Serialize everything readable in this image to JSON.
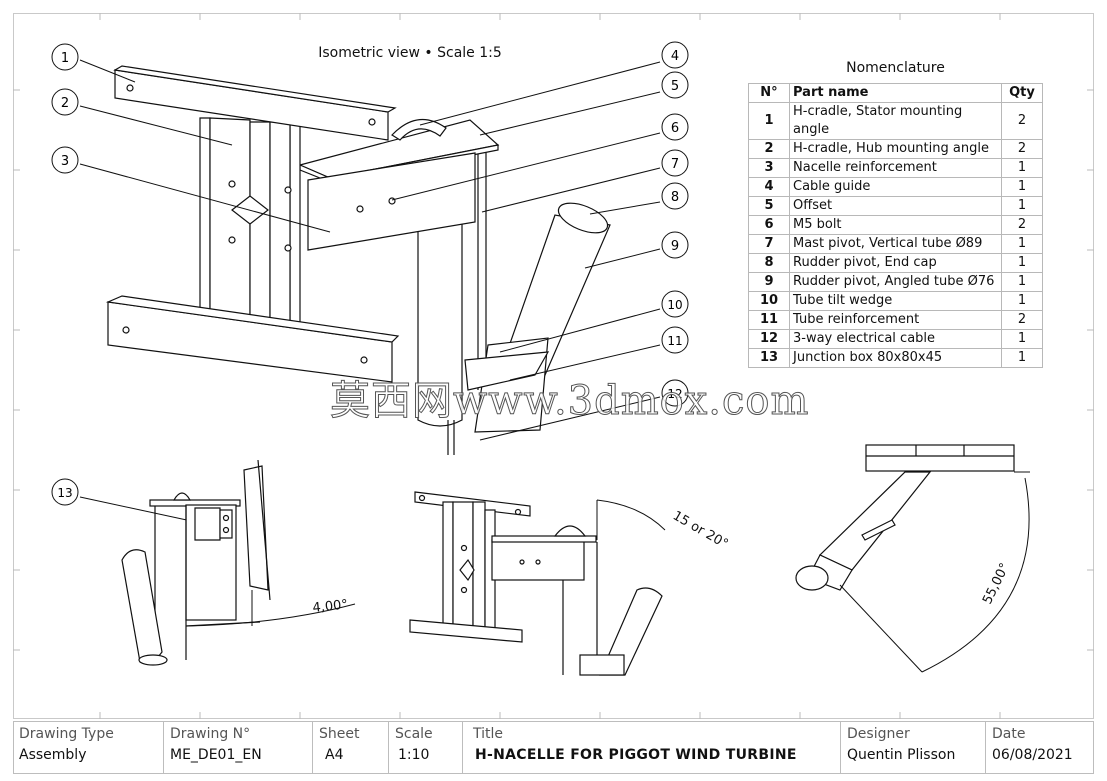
{
  "view_title": "Isometric view • Scale 1:5",
  "nomenclature": {
    "title": "Nomenclature",
    "headers": {
      "num": "N°",
      "name": "Part name",
      "qty": "Qty"
    },
    "rows": [
      {
        "num": "1",
        "name": "H-cradle, Stator mounting angle",
        "qty": "2"
      },
      {
        "num": "2",
        "name": "H-cradle, Hub mounting angle",
        "qty": "2"
      },
      {
        "num": "3",
        "name": "Nacelle reinforcement",
        "qty": "1"
      },
      {
        "num": "4",
        "name": "Cable guide",
        "qty": "1"
      },
      {
        "num": "5",
        "name": "Offset",
        "qty": "1"
      },
      {
        "num": "6",
        "name": "M5 bolt",
        "qty": "2"
      },
      {
        "num": "7",
        "name": "Mast pivot, Vertical tube Ø89",
        "qty": "1"
      },
      {
        "num": "8",
        "name": "Rudder pivot, End cap",
        "qty": "1"
      },
      {
        "num": "9",
        "name": "Rudder pivot, Angled tube Ø76",
        "qty": "1"
      },
      {
        "num": "10",
        "name": "Tube tilt wedge",
        "qty": "1"
      },
      {
        "num": "11",
        "name": "Tube reinforcement",
        "qty": "2"
      },
      {
        "num": "12",
        "name": "3-way electrical cable",
        "qty": "1"
      },
      {
        "num": "13",
        "name": "Junction box 80x80x45",
        "qty": "1"
      }
    ]
  },
  "balloons": [
    "1",
    "2",
    "3",
    "4",
    "5",
    "6",
    "7",
    "8",
    "9",
    "10",
    "11",
    "12",
    "13"
  ],
  "dimensions": {
    "tilt": "4,00°",
    "rudder_angle": "15 or 20°",
    "tube_angle": "55,00°"
  },
  "watermark": "莫西网www.3dmox.com",
  "title_block": {
    "drawing_type": {
      "label": "Drawing Type",
      "value": "Assembly"
    },
    "drawing_no": {
      "label": "Drawing N°",
      "value": "ME_DE01_EN"
    },
    "sheet": {
      "label": "Sheet",
      "value": "A4"
    },
    "scale": {
      "label": "Scale",
      "value": "1:10"
    },
    "title": {
      "label": "Title",
      "value": "H-NACELLE FOR PIGGOT WIND TURBINE"
    },
    "designer": {
      "label": "Designer",
      "value": "Quentin Plisson"
    },
    "date": {
      "label": "Date",
      "value": "06/08/2021"
    }
  }
}
